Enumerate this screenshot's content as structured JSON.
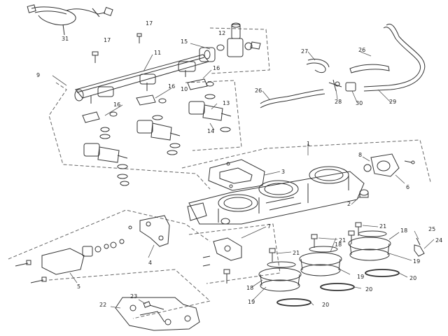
{
  "callouts": [
    {
      "id": "c31",
      "text": "31"
    },
    {
      "id": "c17a",
      "text": "17"
    },
    {
      "id": "c17b",
      "text": "17"
    },
    {
      "id": "c12",
      "text": "12"
    },
    {
      "id": "c15",
      "text": "15"
    },
    {
      "id": "c11",
      "text": "11"
    },
    {
      "id": "c9",
      "text": "9"
    },
    {
      "id": "c16a",
      "text": "16"
    },
    {
      "id": "c16b",
      "text": "16"
    },
    {
      "id": "c16c",
      "text": "16"
    },
    {
      "id": "c10",
      "text": "10"
    },
    {
      "id": "c13",
      "text": "13"
    },
    {
      "id": "c14",
      "text": "14"
    },
    {
      "id": "c27",
      "text": "27"
    },
    {
      "id": "c26a",
      "text": "26"
    },
    {
      "id": "c26b",
      "text": "26"
    },
    {
      "id": "c28",
      "text": "28"
    },
    {
      "id": "c30",
      "text": "30"
    },
    {
      "id": "c29",
      "text": "29"
    },
    {
      "id": "c1",
      "text": "1"
    },
    {
      "id": "c3",
      "text": "3"
    },
    {
      "id": "c8",
      "text": "8"
    },
    {
      "id": "c6",
      "text": "6"
    },
    {
      "id": "c2",
      "text": "2"
    },
    {
      "id": "c7",
      "text": "7"
    },
    {
      "id": "c4",
      "text": "4"
    },
    {
      "id": "c5",
      "text": "5"
    },
    {
      "id": "c21a",
      "text": "21"
    },
    {
      "id": "c21b",
      "text": "21"
    },
    {
      "id": "c21c",
      "text": "21"
    },
    {
      "id": "c18a",
      "text": "18"
    },
    {
      "id": "c18b",
      "text": "18"
    },
    {
      "id": "c18c",
      "text": "18"
    },
    {
      "id": "c19a",
      "text": "19"
    },
    {
      "id": "c19b",
      "text": "19"
    },
    {
      "id": "c19c",
      "text": "19"
    },
    {
      "id": "c20a",
      "text": "20"
    },
    {
      "id": "c20b",
      "text": "20"
    },
    {
      "id": "c20c",
      "text": "20"
    },
    {
      "id": "c25",
      "text": "25"
    },
    {
      "id": "c24",
      "text": "24"
    },
    {
      "id": "c23",
      "text": "23"
    },
    {
      "id": "c22",
      "text": "22"
    }
  ]
}
